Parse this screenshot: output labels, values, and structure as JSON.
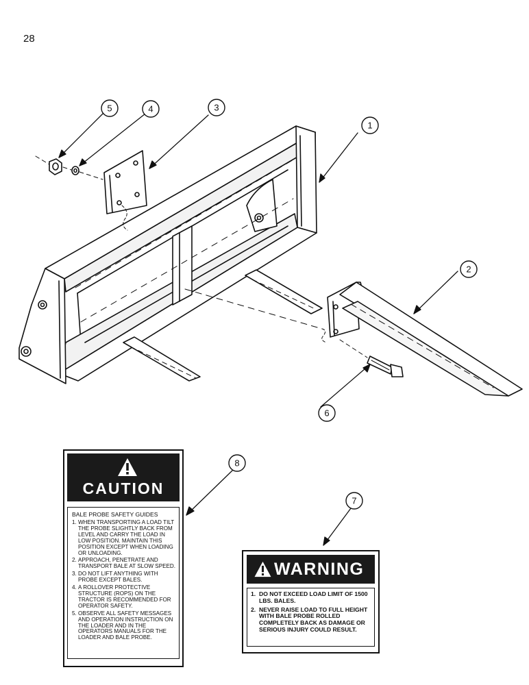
{
  "page_number": "28",
  "callouts": [
    "1",
    "2",
    "3",
    "4",
    "5",
    "6",
    "7",
    "8"
  ],
  "caution_decal": {
    "header": "CAUTION",
    "subtitle": "BALE PROBE SAFETY GUIDES",
    "items": [
      {
        "num": "1.",
        "text": "WHEN TRANSPORTING A LOAD TILT THE PROBE SLIGHTLY BACK FROM LEVEL AND CARRY THE LOAD IN LOW POSITION. MAINTAIN THIS POSITION EXCEPT WHEN LOADING OR UNLOADING."
      },
      {
        "num": "2.",
        "text": "APPROACH, PENETRATE AND TRANSPORT BALE AT SLOW SPEED."
      },
      {
        "num": "3.",
        "text": "DO NOT LIFT ANYTHING WITH PROBE EXCEPT BALES."
      },
      {
        "num": "4.",
        "text": "A ROLLOVER PROTECTIVE STRUCTURE (ROPS) ON THE TRACTOR IS RECOMMENDED FOR OPERATOR SAFETY."
      },
      {
        "num": "5.",
        "text": "OBSERVE ALL SAFETY MESSAGES AND OPERATION INSTRUCTION ON THE LOADER AND IN THE OPERATORS MANUALS FOR THE LOADER AND BALE PROBE."
      }
    ]
  },
  "warning_decal": {
    "header": "WARNING",
    "items": [
      {
        "num": "1.",
        "text": "DO NOT EXCEED LOAD LIMIT OF 1500 LBS. BALES."
      },
      {
        "num": "2.",
        "text": "NEVER RAISE LOAD TO FULL HEIGHT WITH BALE PROBE ROLLED COMPLETELY BACK AS DAMAGE OR SERIOUS INJURY COULD RESULT."
      }
    ]
  }
}
